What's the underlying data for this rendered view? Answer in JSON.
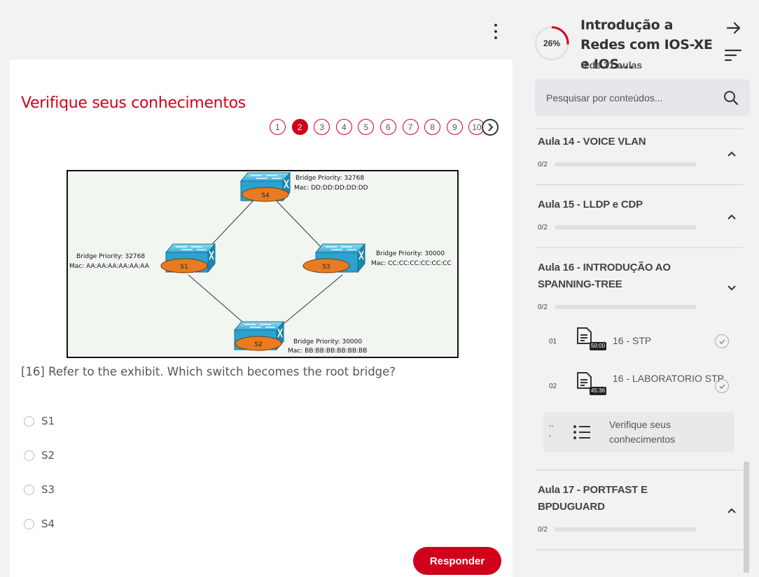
{
  "quiz": {
    "title": "Verifique seus conhecimentos",
    "questions": [
      "1",
      "2",
      "3",
      "4",
      "5",
      "6",
      "7",
      "8",
      "9",
      "10"
    ],
    "active_question": "2",
    "question_text": "[16] Refer to the exhibit. Which switch becomes the root bridge?",
    "options": [
      "S1",
      "S2",
      "S3",
      "S4"
    ],
    "answer_label": "Responder",
    "accent_color": "#d0021b"
  },
  "exhibit": {
    "s4": {
      "name": "S4",
      "priority": "Bridge Priority: 32768",
      "mac": "Mac: DD:DD:DD:DD:DD"
    },
    "s1": {
      "name": "S1",
      "priority": "Bridge Priority: 32768",
      "mac": "Mac: AA:AA:AA:AA:AA:AA"
    },
    "s3": {
      "name": "S3",
      "priority": "Bridge Priority: 30000",
      "mac": "Mac: CC:CC:CC:CC:CC:CC"
    },
    "s2": {
      "name": "S2",
      "priority": "Bridge Priority: 30000",
      "mac": "Mac: BB:BB:BB:BB:BB:BB"
    }
  },
  "course": {
    "progress_label": "26%",
    "progress_value": 0.26,
    "title": "Introdução a Redes com IOS-XE e IOS...",
    "subtitle": "8 de 31 aulas"
  },
  "search": {
    "placeholder": "Pesquisar por conteúdos..."
  },
  "lessons": [
    {
      "title": "Aula 14 - VOICE VLAN",
      "count": "0/2",
      "expanded": false
    },
    {
      "title": "Aula 15 - LLDP e CDP",
      "count": "0/2",
      "expanded": false
    },
    {
      "title": "Aula 16 - INTRODUÇÃO AO SPANNING-TREE",
      "count": "0/2",
      "expanded": true,
      "items": [
        {
          "num": "01",
          "title": "16 - STP",
          "duration": "50:00",
          "icon": "document-icon"
        },
        {
          "num": "02",
          "title": "16 - LABORATORIO STP",
          "duration": "45:36",
          "icon": "document-icon"
        },
        {
          "num": "--\n-",
          "title": "Verifique seus conhecimentos",
          "icon": "list-icon"
        }
      ]
    },
    {
      "title": "Aula 17 - PORTFAST E BPDUGUARD",
      "count": "0/2",
      "expanded": false
    }
  ]
}
